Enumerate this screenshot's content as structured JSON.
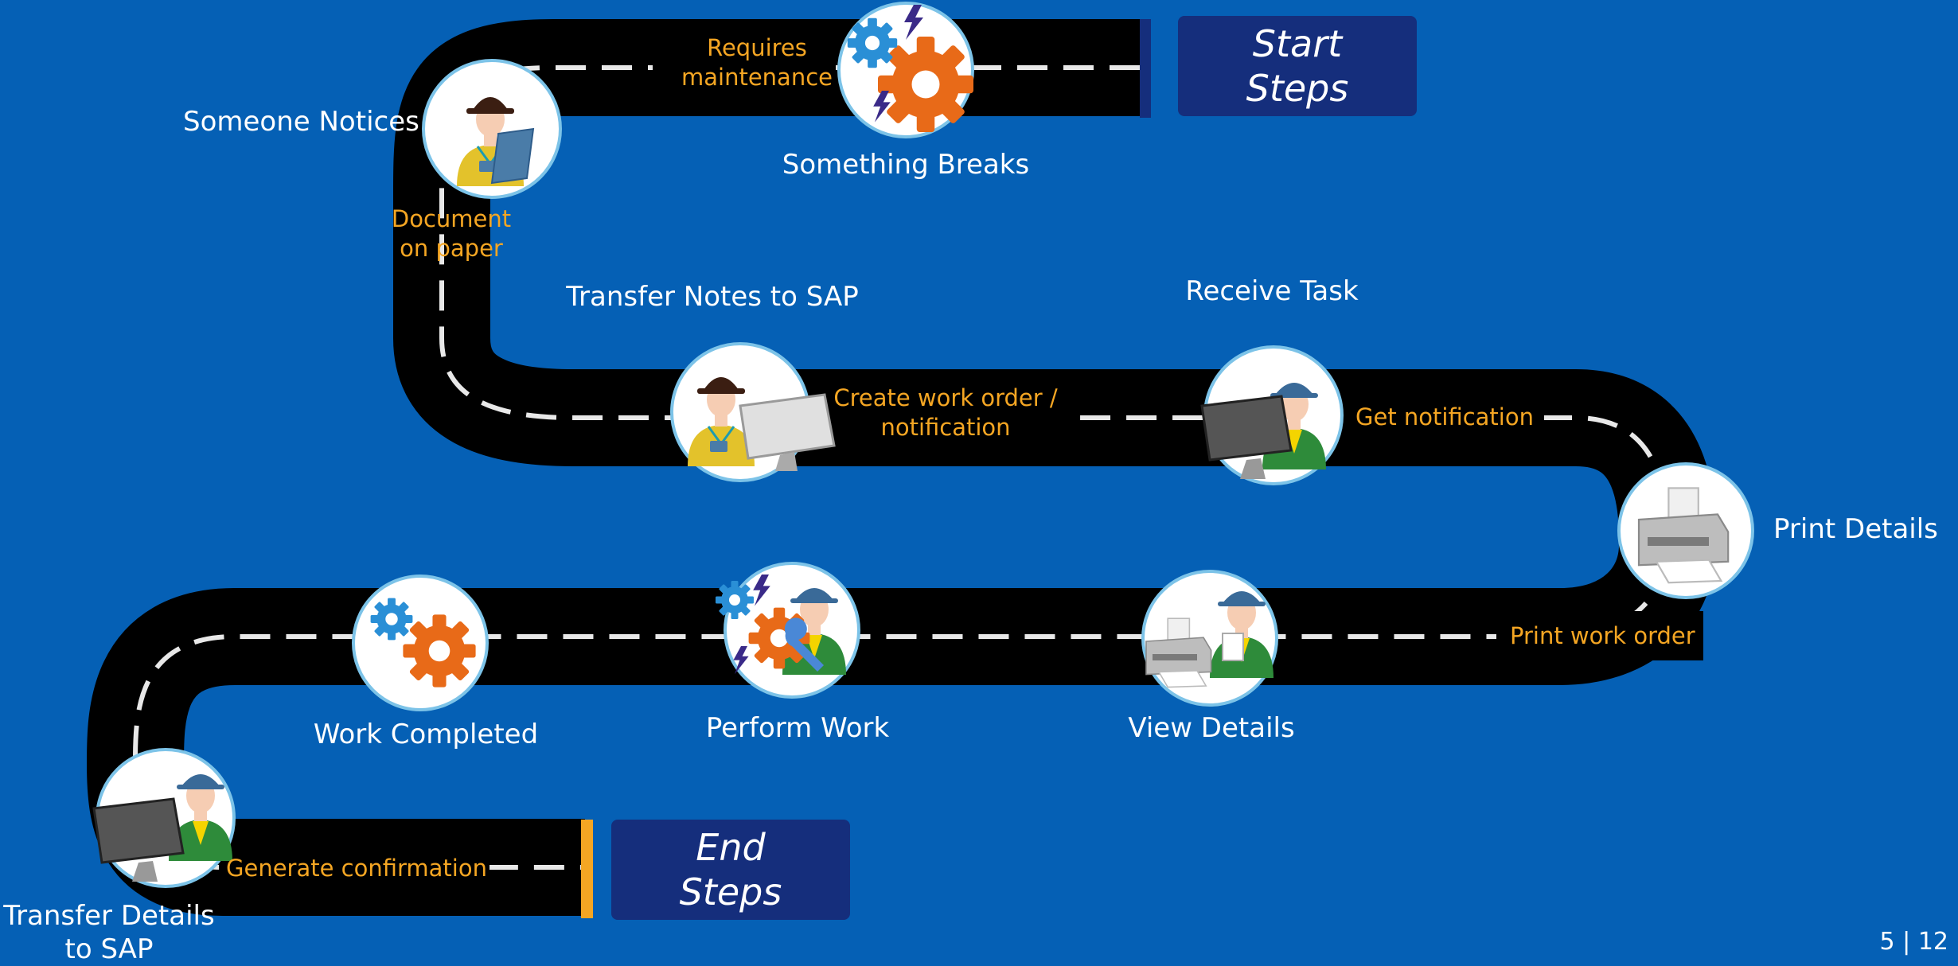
{
  "colors": {
    "background": "#0560B5",
    "road": "#000000",
    "dash": "#E8E8E8",
    "note": "#F5A623",
    "box": "#152E7C",
    "end_marker": "#F5A623",
    "start_marker": "#152E7C"
  },
  "boxes": {
    "start": "Start\nSteps",
    "end": "End\nSteps"
  },
  "steps": {
    "something_breaks": "Something Breaks",
    "someone_notices": "Someone Notices",
    "transfer_notes": "Transfer Notes to SAP",
    "receive_task": "Receive Task",
    "print_details": "Print Details",
    "view_details": "View Details",
    "perform_work": "Perform Work",
    "work_completed": "Work Completed",
    "transfer_details": "Transfer Details\nto SAP"
  },
  "notes": {
    "requires_maintenance": "Requires\nmaintenance",
    "document_on_paper": "Document\non paper",
    "create_work_order": "Create work order /\nnotification",
    "get_notification": "Get notification",
    "print_work_order": "Print work order",
    "generate_confirmation": "Generate  confirmation"
  },
  "icons": {
    "something_breaks": "gears-lightning-icon",
    "someone_notices": "inspector-clipboard-icon",
    "transfer_notes": "inspector-computer-icon",
    "receive_task": "worker-computer-icon",
    "print_details": "printer-icon",
    "view_details": "worker-printer-icon",
    "perform_work": "worker-wrench-gears-icon",
    "work_completed": "gears-icon",
    "transfer_details": "worker-computer-icon"
  },
  "page_number": "5 | 12"
}
